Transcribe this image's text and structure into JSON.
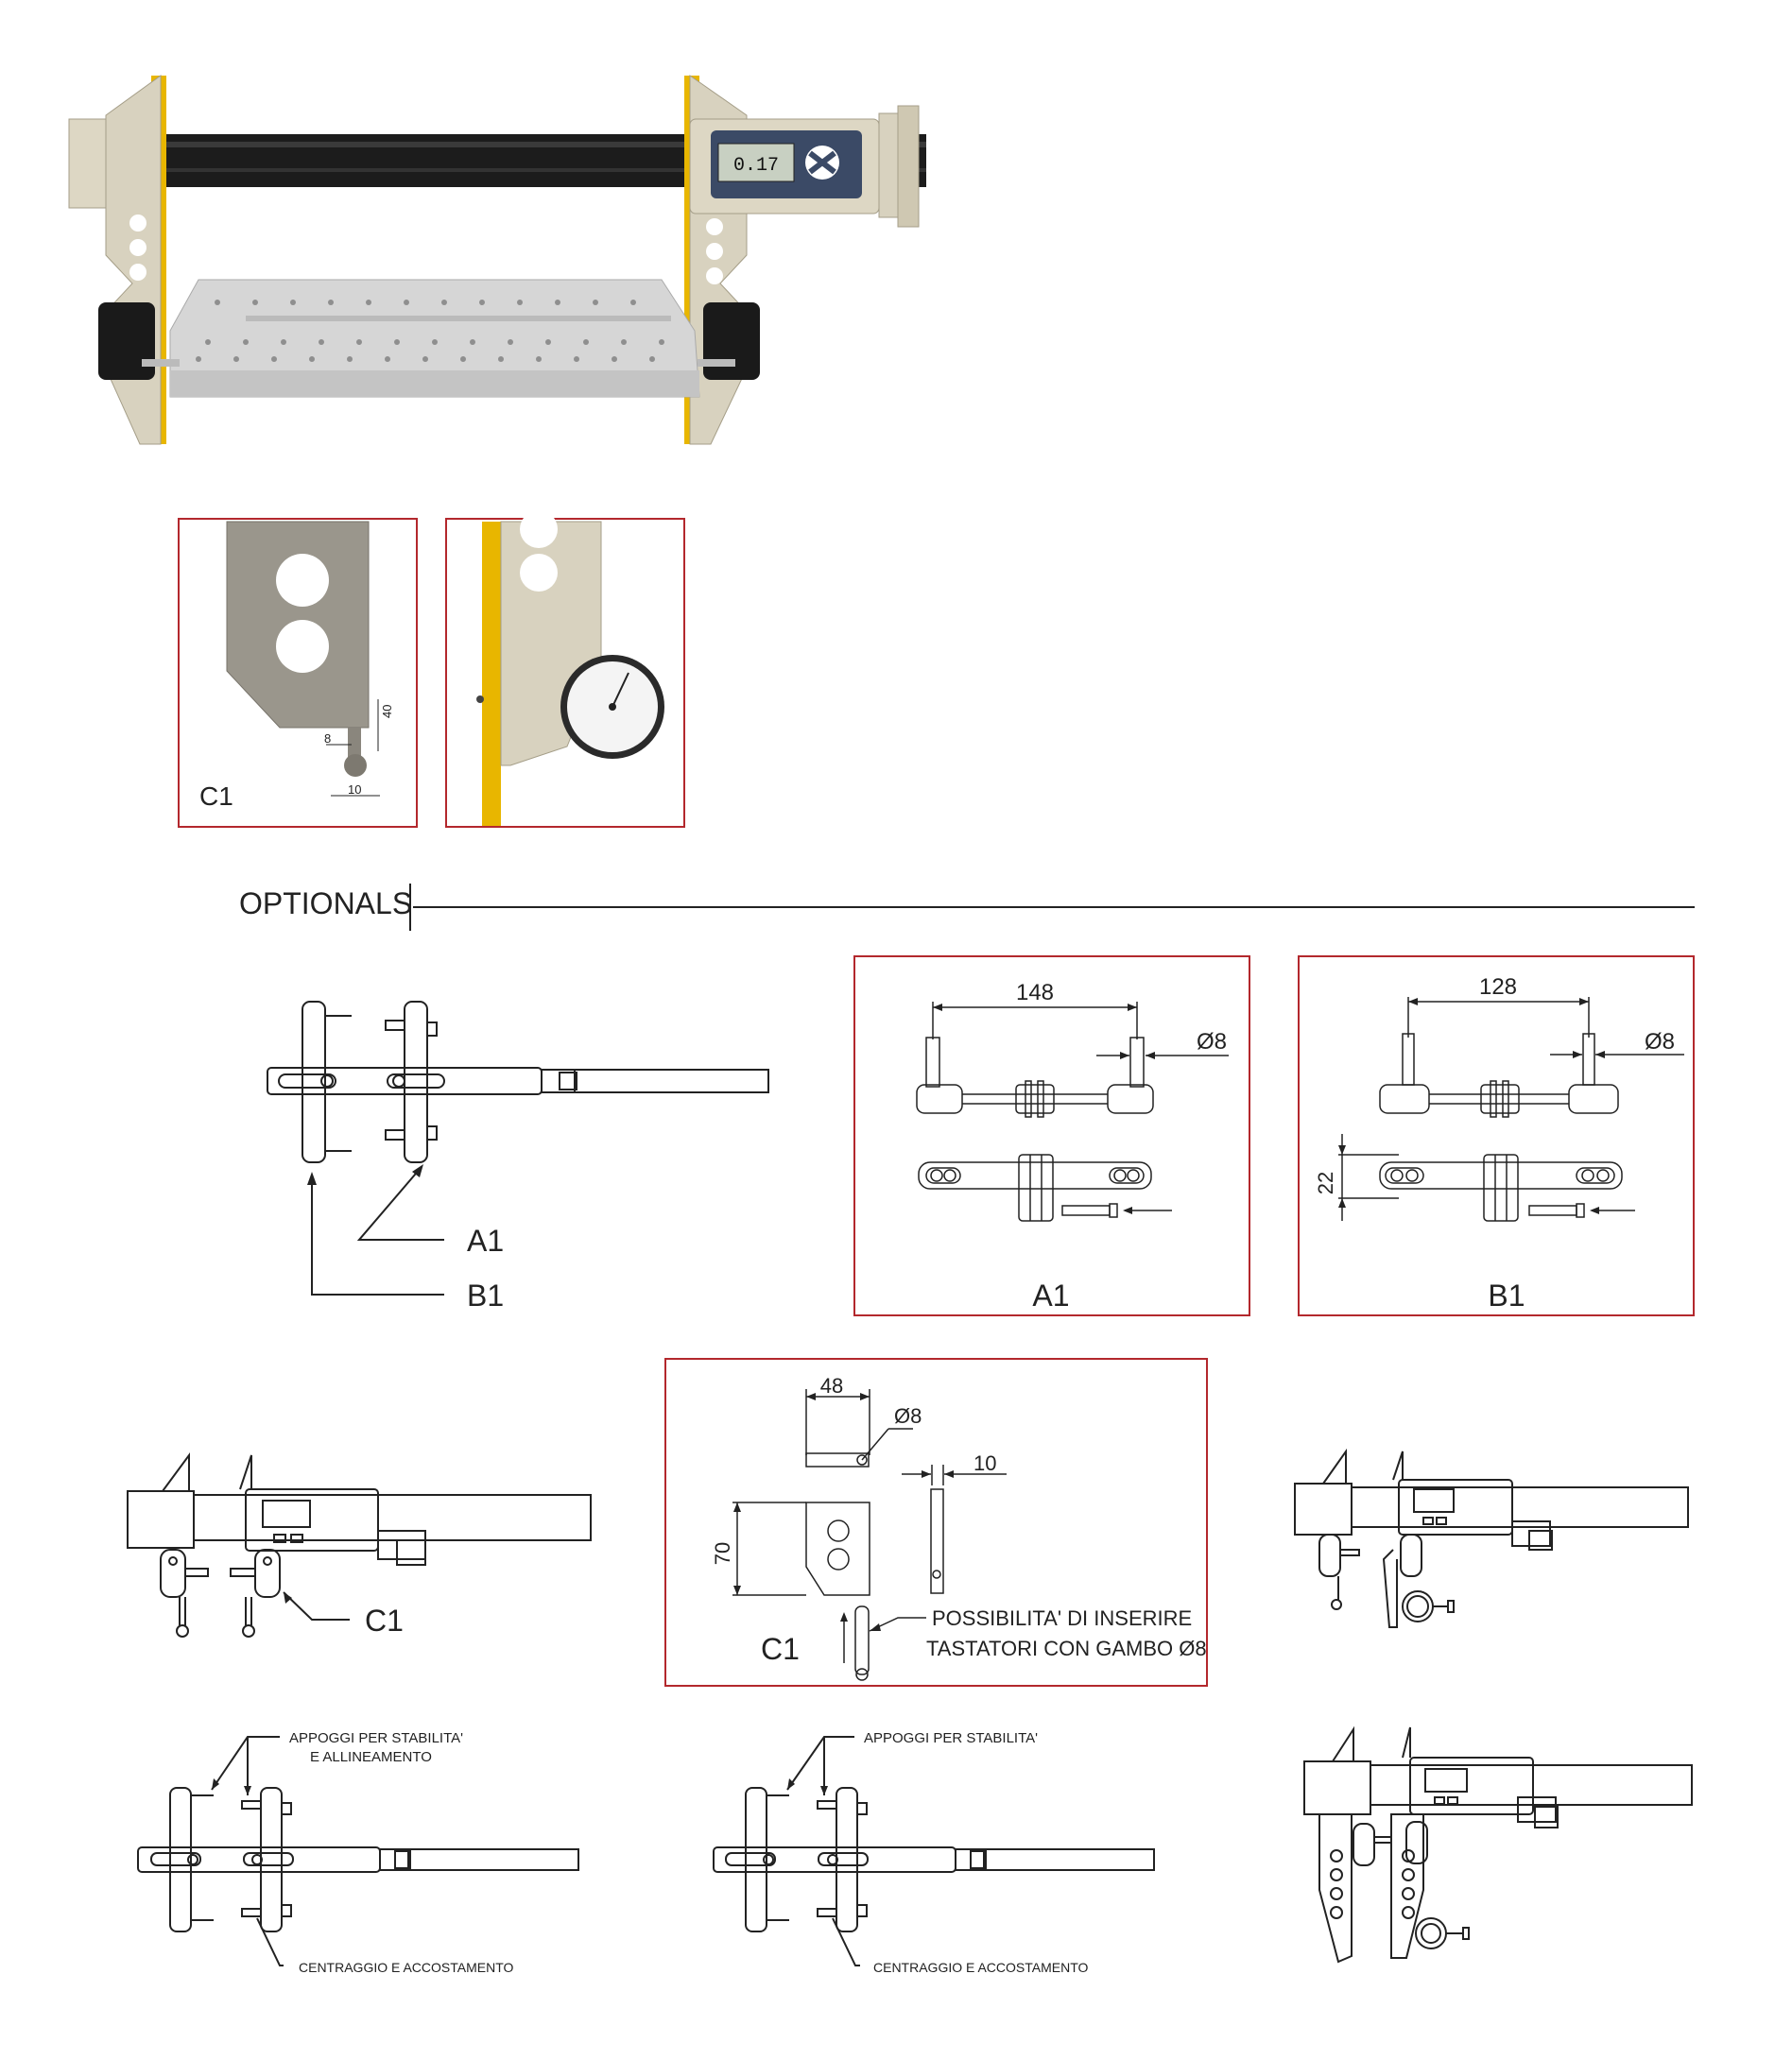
{
  "section": {
    "title": "OPTIONALS"
  },
  "detail_photo": {
    "label": "C1",
    "dim_a": "8",
    "dim_b": "40",
    "dim_c": "10"
  },
  "assembly_top": {
    "label_a": "A1",
    "label_b": "B1"
  },
  "box_a1": {
    "dim_length": "148",
    "dim_diameter": "Ø8",
    "caption": "A1"
  },
  "box_b1": {
    "dim_length": "128",
    "dim_diameter": "Ø8",
    "dim_height": "22",
    "caption": "B1"
  },
  "box_c1": {
    "dim_width": "48",
    "dim_diameter": "Ø8",
    "dim_thickness": "10",
    "dim_height": "70",
    "caption": "C1",
    "note_line1": "POSSIBILITA' DI INSERIRE",
    "note_line2": "TASTATORI CON GAMBO Ø8"
  },
  "caliper_c1": {
    "label": "C1"
  },
  "stability_left": {
    "top_line1": "APPOGGI PER STABILITA'",
    "top_line2": "E ALLINEAMENTO",
    "bottom": "CENTRAGGIO E ACCOSTAMENTO"
  },
  "stability_right": {
    "top_line1": "APPOGGI PER STABILITA'",
    "bottom": "CENTRAGGIO E ACCOSTAMENTO"
  },
  "display": {
    "reading": "0.17"
  },
  "colors": {
    "frame": "#b3282d",
    "yellow": "#e8b600",
    "carbon": "#1c1c1c",
    "body": "#d8d2bf"
  }
}
